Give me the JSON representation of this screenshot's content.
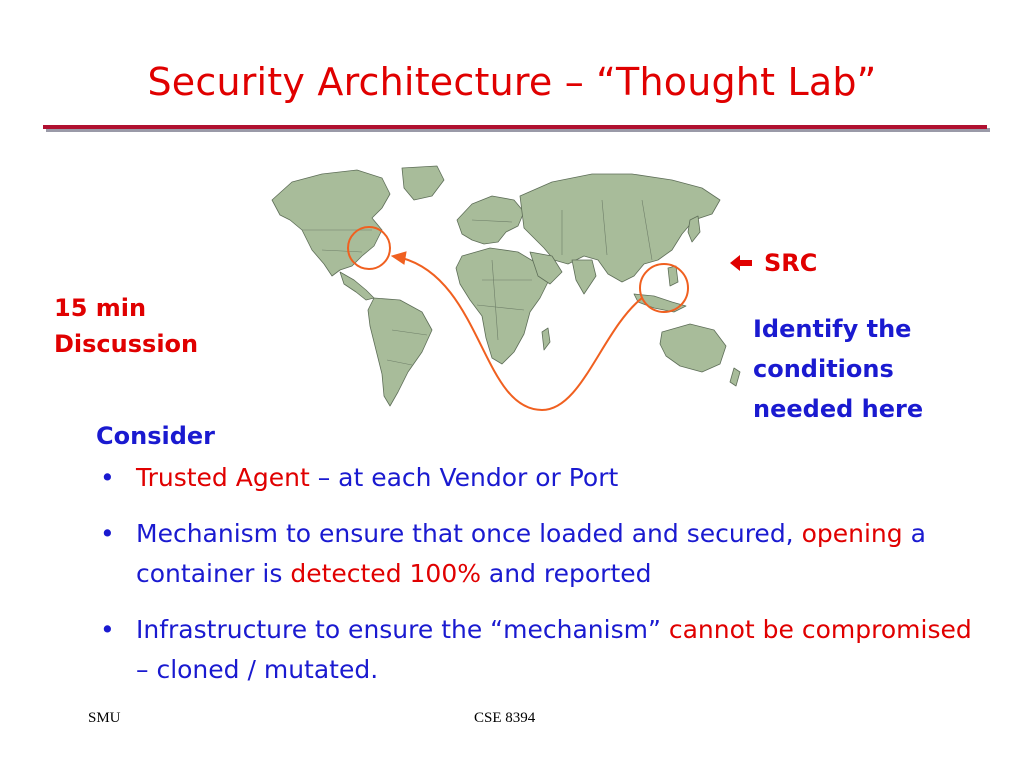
{
  "slide": {
    "title": "Security Architecture – “Thought Lab”",
    "discussion_line1": "15 min",
    "discussion_line2": "Discussion",
    "src_label": "SRC",
    "src_arrow_icon": "left-arrow-icon",
    "identify_line1": "Identify the",
    "identify_line2": "conditions",
    "identify_line3": "needed here",
    "consider_heading": "Consider",
    "bullets": [
      {
        "parts": [
          {
            "text": "Trusted Agent",
            "color": "red"
          },
          {
            "text": " – at each Vendor or Port",
            "color": "blue"
          }
        ]
      },
      {
        "parts": [
          {
            "text": "Mechanism to ensure that once loaded and secured, ",
            "color": "blue"
          },
          {
            "text": "opening",
            "color": "red"
          },
          {
            "text": " a container is ",
            "color": "blue"
          },
          {
            "text": "detected 100%",
            "color": "red"
          },
          {
            "text": " and reported",
            "color": "blue"
          }
        ]
      },
      {
        "parts": [
          {
            "text": "Infrastructure to ensure the “mechanism” ",
            "color": "blue"
          },
          {
            "text": "cannot be compromised",
            "color": "red"
          },
          {
            "text": " – cloned / mutated.",
            "color": "blue"
          }
        ]
      }
    ],
    "footer_left": "SMU",
    "footer_center": "CSE 8394"
  },
  "colors": {
    "title": "#e00000",
    "accent_blue": "#1a1ad0",
    "accent_red": "#e00000",
    "rule": "#b01030",
    "map_land": "#a8bc9a",
    "map_border": "#5e6e58",
    "route_line": "#f06020"
  }
}
